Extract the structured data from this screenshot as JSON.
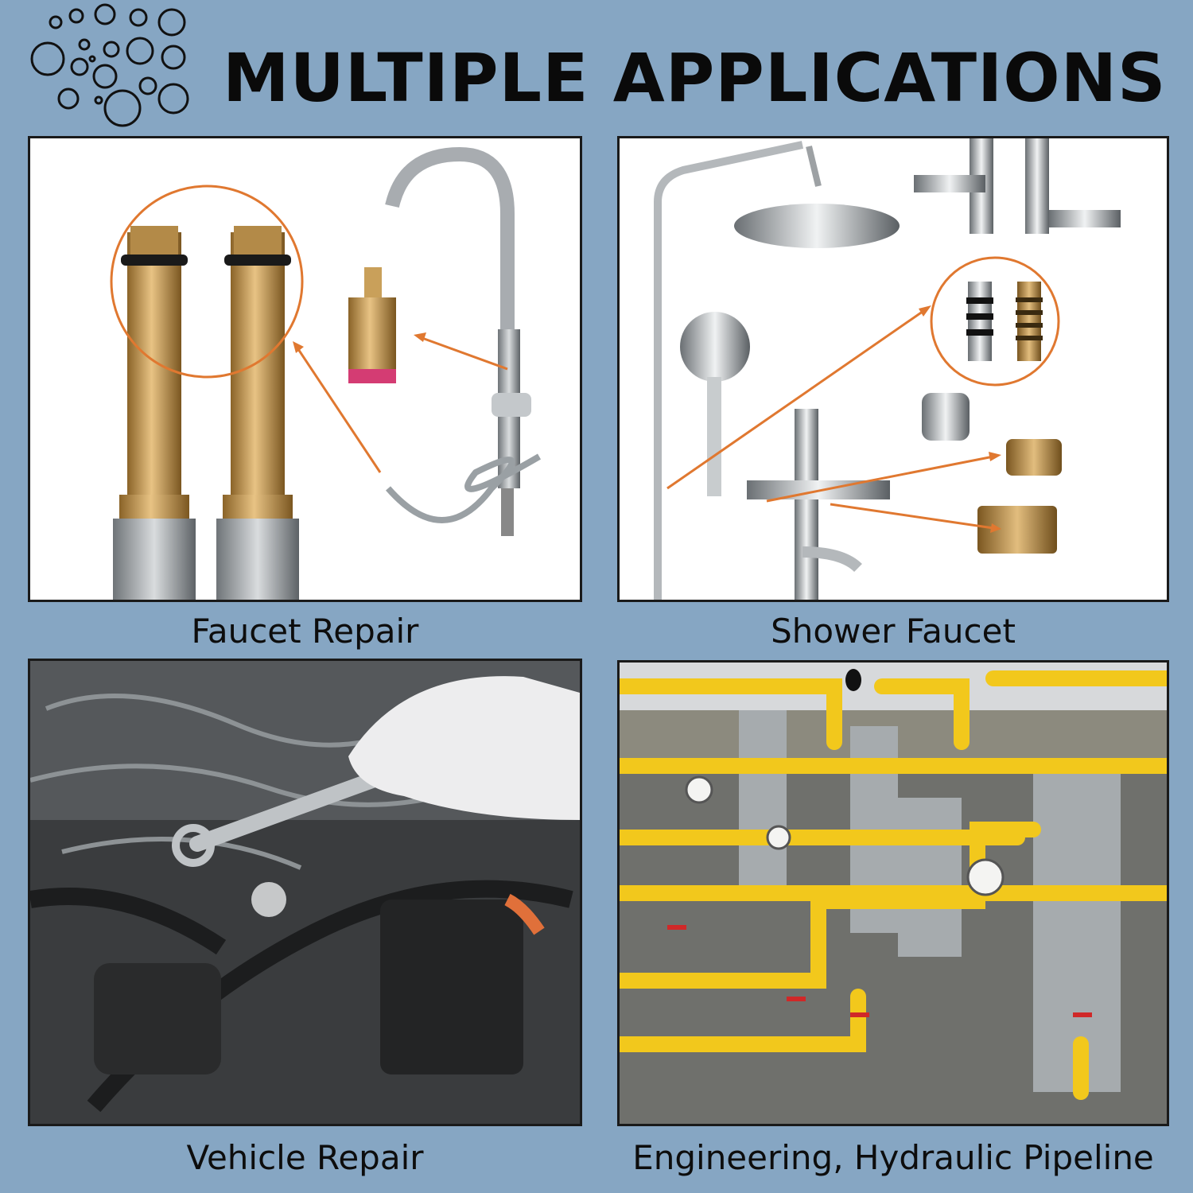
{
  "header": {
    "title": "MULTIPLE APPLICATIONS",
    "logo_icon": "o-rings-icon"
  },
  "panels": [
    {
      "caption": "Faucet Repair",
      "image": "brass-hose-fittings-with-o-rings-and-faucet-cartridge"
    },
    {
      "caption": "Shower Faucet",
      "image": "shower-system-with-valve-fittings"
    },
    {
      "caption": "Vehicle Repair",
      "image": "car-engine-bay-with-wrench"
    },
    {
      "caption": "Engineering, Hydraulic Pipeline",
      "image": "yellow-gas-pipeline-station"
    }
  ],
  "colors": {
    "background": "#86a6c3",
    "accent_orange": "#e07830",
    "brass": "#c9a05a",
    "pipeline_yellow": "#f2c81c"
  }
}
